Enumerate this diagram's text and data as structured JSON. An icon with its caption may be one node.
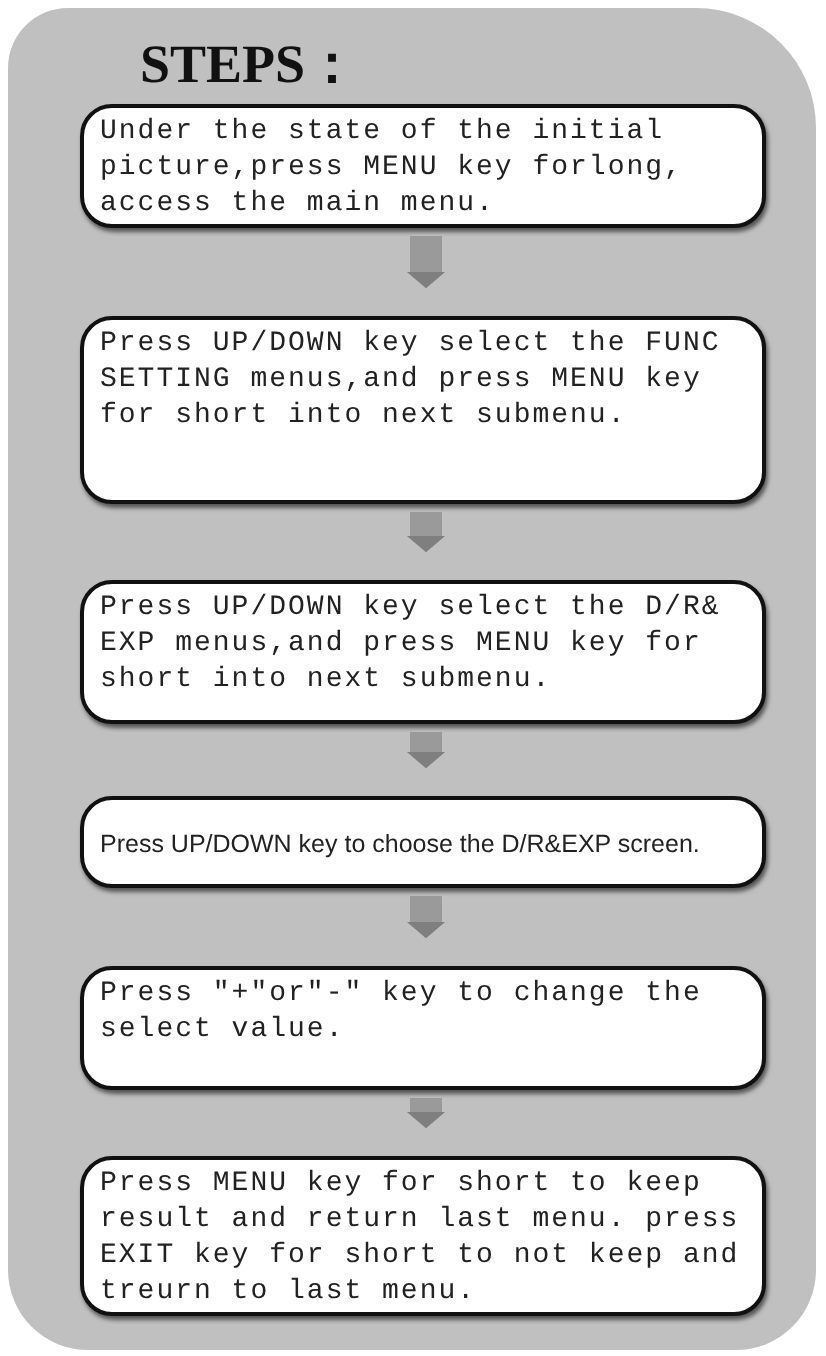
{
  "diagram": {
    "title": "STEPS：",
    "nodes": [
      {
        "text": [
          "Under the state of the initial picture,press MENU key forlong, access the main menu."
        ]
      },
      {
        "text": [
          "Press UP/DOWN key select the FUNC SETTING menus,and press MENU key for short into next submenu."
        ]
      },
      {
        "text": [
          "Press UP/DOWN key select the D/R& EXP menus,and press MENU key for short into next submenu."
        ]
      },
      {
        "text": [
          "Press UP/DOWN key to choose the D/R&EXP screen."
        ]
      },
      {
        "text": [
          "Press ″+″or″-″ key to change the select value."
        ]
      },
      {
        "text": [
          "Press MENU key for short to keep result and return last menu. press EXIT key for short to not keep and treurn to last menu."
        ]
      }
    ],
    "edges": [
      {
        "from": 0,
        "to": 1,
        "arrow": "to"
      },
      {
        "from": 1,
        "to": 2,
        "arrow": "to"
      },
      {
        "from": 2,
        "to": 3,
        "arrow": "to"
      },
      {
        "from": 3,
        "to": 4,
        "arrow": "to"
      },
      {
        "from": 4,
        "to": 5,
        "arrow": "to"
      }
    ]
  }
}
